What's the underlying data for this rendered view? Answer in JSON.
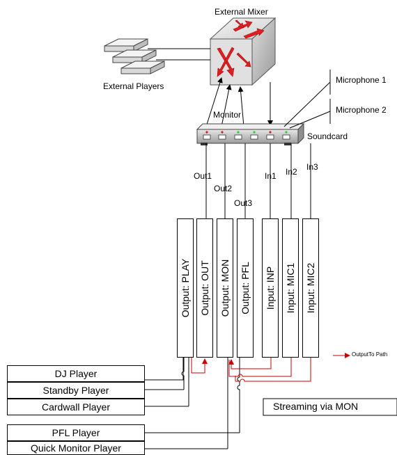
{
  "external_mixer": "External Mixer",
  "external_players": "External Players",
  "monitor": "Monitor",
  "soundcard": "Soundcard",
  "microphones": [
    "Microphone 1",
    "Microphone 2"
  ],
  "ports": [
    "Out1",
    "Out2",
    "Out3",
    "In1",
    "In2",
    "In3"
  ],
  "channels": [
    "Output: PLAY",
    "Output: OUT",
    "Output: MON",
    "Output: PFL",
    "Input: INP",
    "Input: MIC1",
    "Input: MIC2"
  ],
  "legend": "OutputTo Path",
  "players": [
    "DJ Player",
    "Standby Player",
    "Cardwall Player",
    "PFL Player",
    "Quick Monitor Player"
  ],
  "streaming": "Streaming via MON",
  "colors": {
    "path_red": "#cc0000",
    "mixer_arrow": "#e02020",
    "led_red": "#cc2222",
    "led_green": "#33cc33"
  }
}
